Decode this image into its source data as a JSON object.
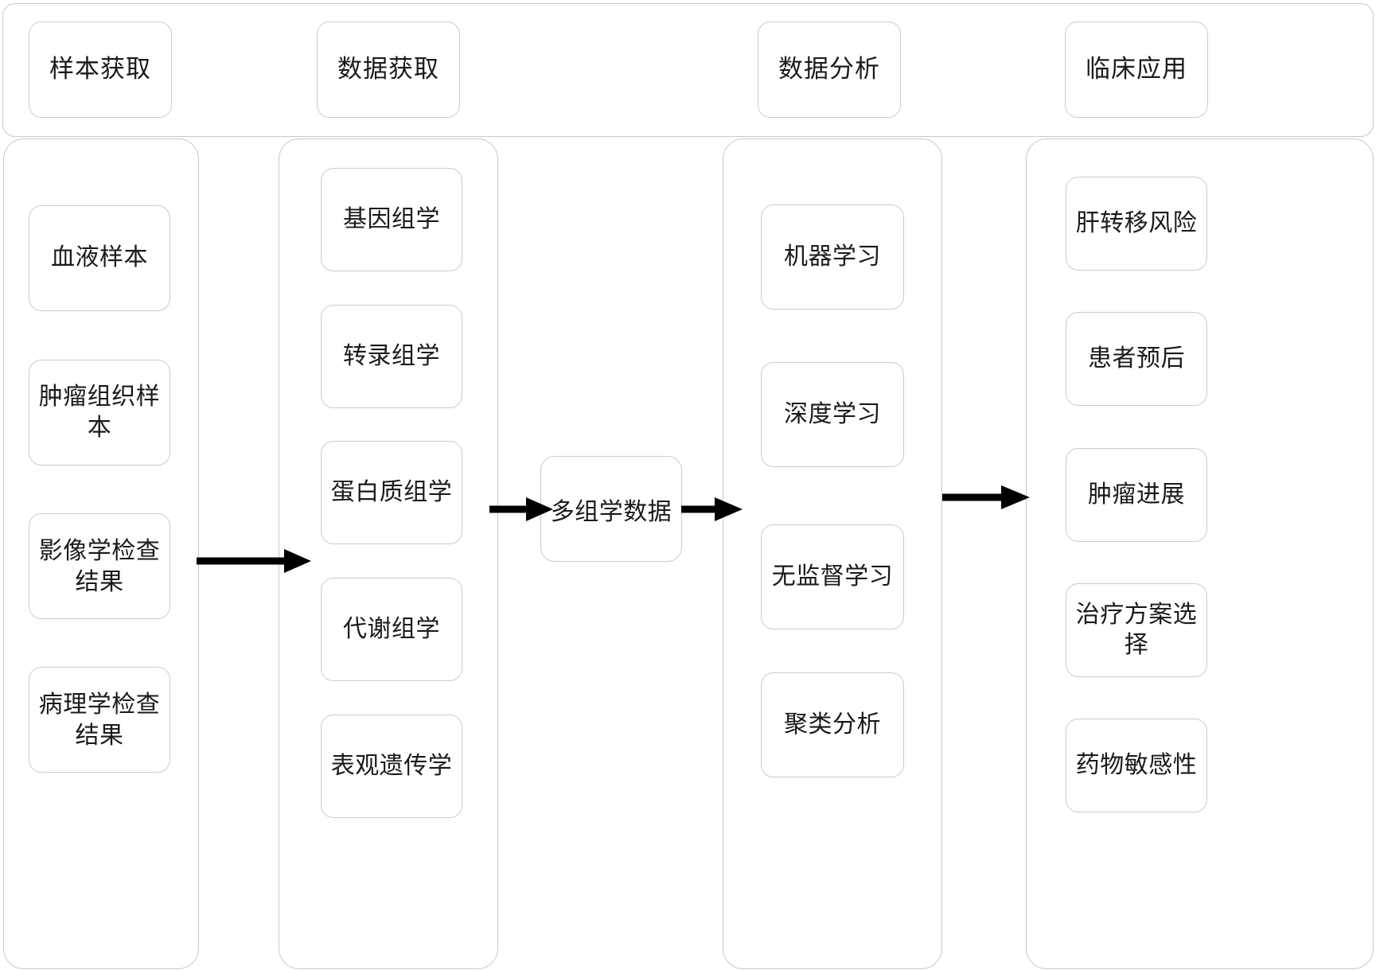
{
  "diagram": {
    "title_row": {
      "stages": [
        {
          "label": "样本获取"
        },
        {
          "label": "数据获取"
        },
        {
          "label": "数据分析"
        },
        {
          "label": "临床应用"
        }
      ]
    },
    "columns": [
      {
        "stage": "样本获取",
        "nodes": [
          {
            "label": "血液样本"
          },
          {
            "label": "肿瘤组织样本"
          },
          {
            "label": "影像学检查结果"
          },
          {
            "label": "病理学检查结果"
          }
        ]
      },
      {
        "stage": "数据获取",
        "nodes": [
          {
            "label": "基因组学"
          },
          {
            "label": "转录组学"
          },
          {
            "label": "蛋白质组学"
          },
          {
            "label": "代谢组学"
          },
          {
            "label": "表观遗传学"
          }
        ]
      },
      {
        "stage": "数据分析",
        "nodes": [
          {
            "label": "机器学习"
          },
          {
            "label": "深度学习"
          },
          {
            "label": "无监督学习"
          },
          {
            "label": "聚类分析"
          }
        ]
      },
      {
        "stage": "临床应用",
        "nodes": [
          {
            "label": "肝转移风险"
          },
          {
            "label": "患者预后"
          },
          {
            "label": "肿瘤进展"
          },
          {
            "label": "治疗方案选择"
          },
          {
            "label": "药物敏感性"
          }
        ]
      }
    ],
    "hub": {
      "label": "多组学数据"
    },
    "arrows": [
      {
        "name": "arrow-samples-to-data",
        "from": "样本获取",
        "to": "数据获取"
      },
      {
        "name": "arrow-data-to-hub",
        "from": "数据获取",
        "to": "多组学数据"
      },
      {
        "name": "arrow-hub-to-analysis",
        "from": "多组学数据",
        "to": "数据分析"
      },
      {
        "name": "arrow-analysis-to-clinical",
        "from": "数据分析",
        "to": "临床应用"
      }
    ],
    "colors": {
      "border": "#c9c9c9",
      "node_border": "#cbcbcb",
      "text": "#1a1a1a",
      "arrow": "#000000",
      "background": "#ffffff"
    }
  }
}
